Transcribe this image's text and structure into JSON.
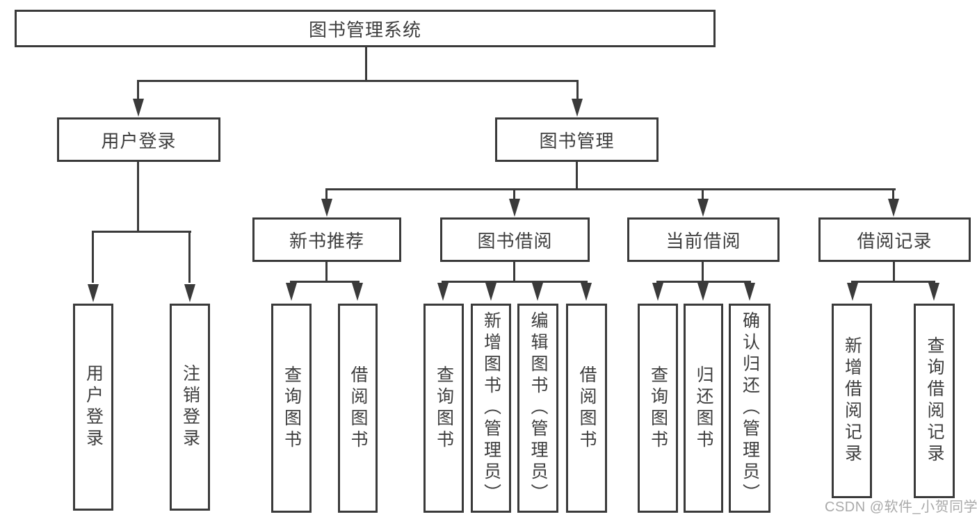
{
  "colors": {
    "line": "#3a3a3a",
    "node_border": "#3a3a3a",
    "node_text": "#3d3d3d",
    "background": "#ffffff",
    "watermark": "#a9a9a9"
  },
  "tree": {
    "root": {
      "label": "图书管理系统"
    },
    "branches": [
      {
        "label": "用户登录",
        "children": [
          {
            "label": "用户登录"
          },
          {
            "label": "注销登录"
          }
        ]
      },
      {
        "label": "图书管理",
        "groups": [
          {
            "label": "新书推荐",
            "children": [
              {
                "label": "查询图书"
              },
              {
                "label": "借阅图书"
              }
            ]
          },
          {
            "label": "图书借阅",
            "children": [
              {
                "label": "查询图书"
              },
              {
                "label": "新增图书（管理员）"
              },
              {
                "label": "编辑图书（管理员）"
              },
              {
                "label": "借阅图书"
              }
            ]
          },
          {
            "label": "当前借阅",
            "children": [
              {
                "label": "查询图书"
              },
              {
                "label": "归还图书"
              },
              {
                "label": "确认归还（管理员）"
              }
            ]
          },
          {
            "label": "借阅记录",
            "children": [
              {
                "label": "新增借阅记录"
              },
              {
                "label": "查询借阅记录"
              }
            ]
          }
        ]
      }
    ]
  },
  "watermark": {
    "label": "CSDN @软件_小贺同学"
  }
}
